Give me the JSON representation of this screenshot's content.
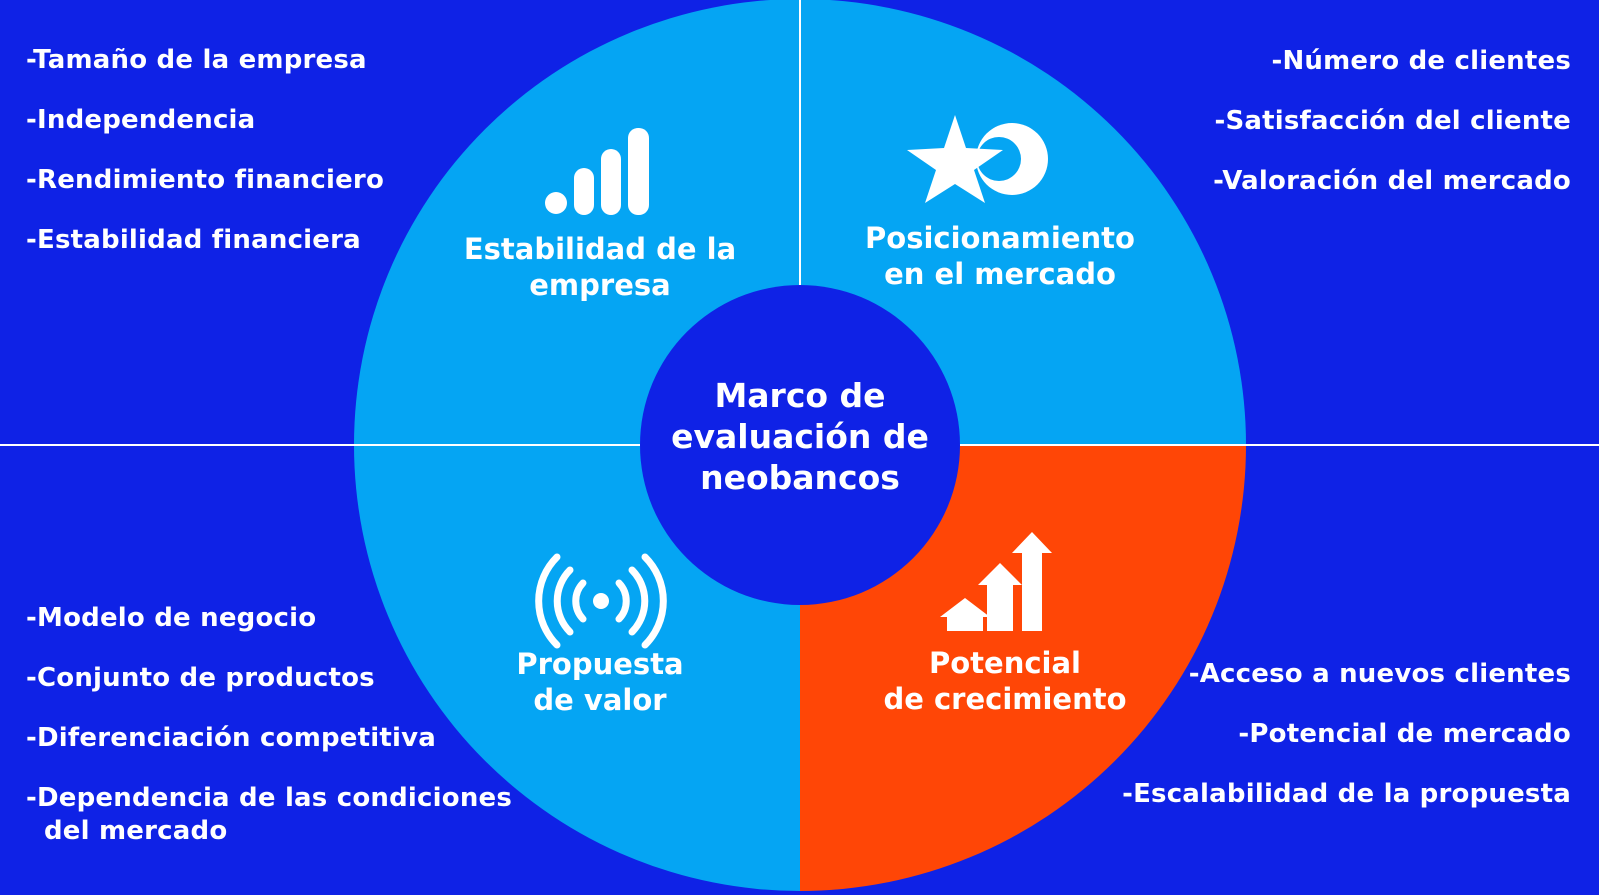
{
  "center": {
    "line1": "Marco de",
    "line2": "evaluación de",
    "line3": "neobancos"
  },
  "quadrants": {
    "top_left": {
      "label_line1": "Estabilidad de la",
      "label_line2": "empresa",
      "icon": "signal-bars-icon",
      "color": "#05a5f3",
      "items": [
        "Tamaño de la empresa",
        "Independencia",
        "Rendimiento financiero",
        "Estabilidad financiera"
      ]
    },
    "top_right": {
      "label_line1": "Posicionamiento",
      "label_line2": "en el mercado",
      "icon": "star-moon-icon",
      "color": "#05a5f3",
      "items": [
        "Número de clientes",
        "Satisfacción del cliente",
        "Valoración del mercado"
      ]
    },
    "bottom_left": {
      "label_line1": "Propuesta",
      "label_line2": "de valor",
      "icon": "broadcast-icon",
      "color": "#05a5f3",
      "items": [
        "Modelo de negocio",
        "Conjunto de productos",
        "Diferenciación competitiva",
        "Dependencia de las condiciones del mercado"
      ]
    },
    "bottom_right": {
      "label_line1": "Potencial",
      "label_line2": "de crecimiento",
      "icon": "growth-arrows-icon",
      "color": "#ff4606",
      "items": [
        "Acceso a nuevos clientes",
        "Potencial de mercado",
        "Escalabilidad de la propuesta"
      ]
    }
  },
  "colors": {
    "background": "#0f22e6",
    "quadrant": "#05a5f3",
    "highlight": "#ff4606",
    "center": "#0f22e6",
    "text": "#ffffff"
  }
}
